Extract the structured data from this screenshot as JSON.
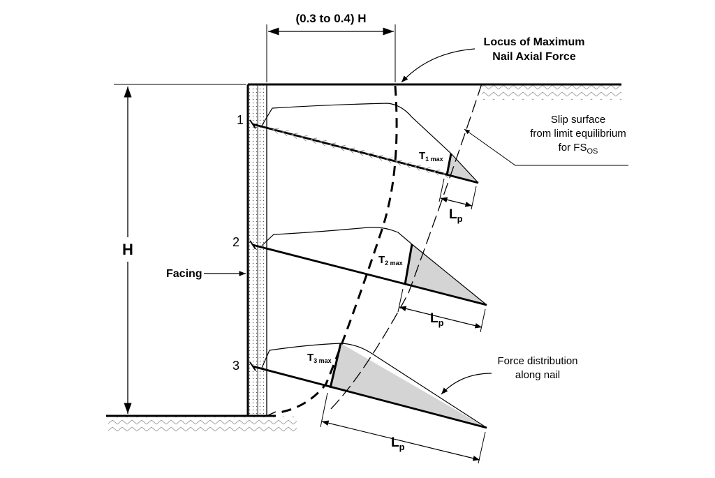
{
  "dimension_top": "(0.3 to 0.4) H",
  "locus": {
    "line1": "Locus of Maximum",
    "line2": "Nail Axial Force"
  },
  "slip": {
    "line1": "Slip surface",
    "line2": "from limit equilibrium",
    "line3_main": "for FS",
    "line3_sub": "OS"
  },
  "height_label": "H",
  "facing_label": "Facing",
  "force_dist": {
    "line1": "Force distribution",
    "line2": "along nail"
  },
  "nails": [
    {
      "number": "1",
      "t_main": "T",
      "t_sub": "1 max",
      "lp_main": "L",
      "lp_sub": "p"
    },
    {
      "number": "2",
      "t_main": "T",
      "t_sub": "2 max",
      "lp_main": "L",
      "lp_sub": "p"
    },
    {
      "number": "3",
      "t_main": "T",
      "t_sub": "3 max",
      "lp_main": "L",
      "lp_sub": "p"
    }
  ]
}
